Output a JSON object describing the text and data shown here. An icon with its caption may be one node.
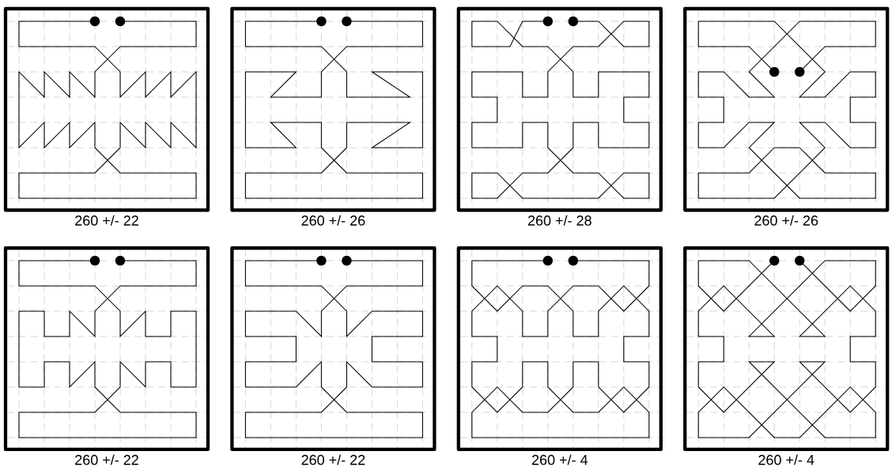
{
  "diagram": {
    "labels": [
      "260 +/- 22",
      "260 +/- 26",
      "260 +/- 28",
      "260 +/- 26",
      "260 +/- 22",
      "260 +/- 22",
      "260 +/- 4",
      "260 +/- 4"
    ]
  }
}
